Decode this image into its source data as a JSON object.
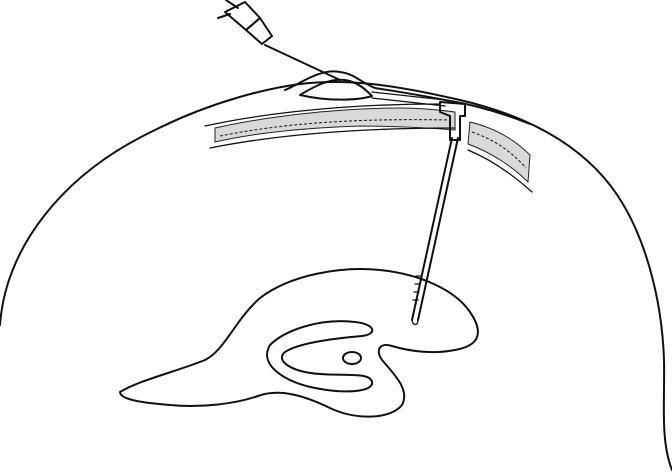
{
  "figure": {
    "subject": "ventricular-catheter-placement",
    "colors": {
      "ink": "#111111",
      "background": "#ffffff",
      "bone-hatch": "#d9d9d9"
    },
    "parts": [
      "scalp",
      "skull",
      "reservoir",
      "needle",
      "catheter",
      "ventricle",
      "brain-outline"
    ]
  }
}
